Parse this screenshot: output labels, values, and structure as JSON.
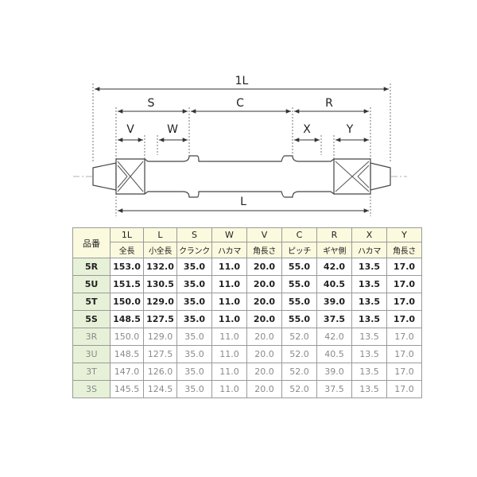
{
  "diagram": {
    "labels": {
      "total": "1L",
      "s": "S",
      "c": "C",
      "r": "R",
      "v": "V",
      "w": "W",
      "x": "X",
      "y": "Y",
      "l": "L"
    },
    "colors": {
      "axle_outline": "#444444",
      "center_line": "#666666",
      "dimension_line": "#333333"
    }
  },
  "table": {
    "header_model": "品番",
    "columns": [
      "1L",
      "L",
      "S",
      "W",
      "V",
      "C",
      "R",
      "X",
      "Y"
    ],
    "subheaders": [
      "全長",
      "小全長",
      "クランク",
      "ハカマ",
      "角長さ",
      "ピッチ",
      "ギヤ側",
      "ハカマ",
      "角長さ"
    ],
    "rows": [
      {
        "model": "5R",
        "values": [
          "153.0",
          "132.0",
          "35.0",
          "11.0",
          "20.0",
          "55.0",
          "42.0",
          "13.5",
          "17.0"
        ]
      },
      {
        "model": "5U",
        "values": [
          "151.5",
          "130.5",
          "35.0",
          "11.0",
          "20.0",
          "55.0",
          "40.5",
          "13.5",
          "17.0"
        ]
      },
      {
        "model": "5T",
        "values": [
          "150.0",
          "129.0",
          "35.0",
          "11.0",
          "20.0",
          "55.0",
          "39.0",
          "13.5",
          "17.0"
        ]
      },
      {
        "model": "5S",
        "values": [
          "148.5",
          "127.5",
          "35.0",
          "11.0",
          "20.0",
          "55.0",
          "37.5",
          "13.5",
          "17.0"
        ]
      },
      {
        "model": "3R",
        "values": [
          "150.0",
          "129.0",
          "35.0",
          "11.0",
          "20.0",
          "52.0",
          "42.0",
          "13.5",
          "17.0"
        ]
      },
      {
        "model": "3U",
        "values": [
          "148.5",
          "127.5",
          "35.0",
          "11.0",
          "20.0",
          "52.0",
          "40.5",
          "13.5",
          "17.0"
        ]
      },
      {
        "model": "3T",
        "values": [
          "147.0",
          "126.0",
          "35.0",
          "11.0",
          "20.0",
          "52.0",
          "39.0",
          "13.5",
          "17.0"
        ]
      },
      {
        "model": "3S",
        "values": [
          "145.5",
          "124.5",
          "35.0",
          "11.0",
          "20.0",
          "52.0",
          "37.5",
          "13.5",
          "17.0"
        ]
      }
    ],
    "colors": {
      "header_bg": "#fbfadf",
      "model_bg": "#e7f1d8",
      "border": "#9a9a9a",
      "light_text": "#8a8a8a"
    }
  }
}
